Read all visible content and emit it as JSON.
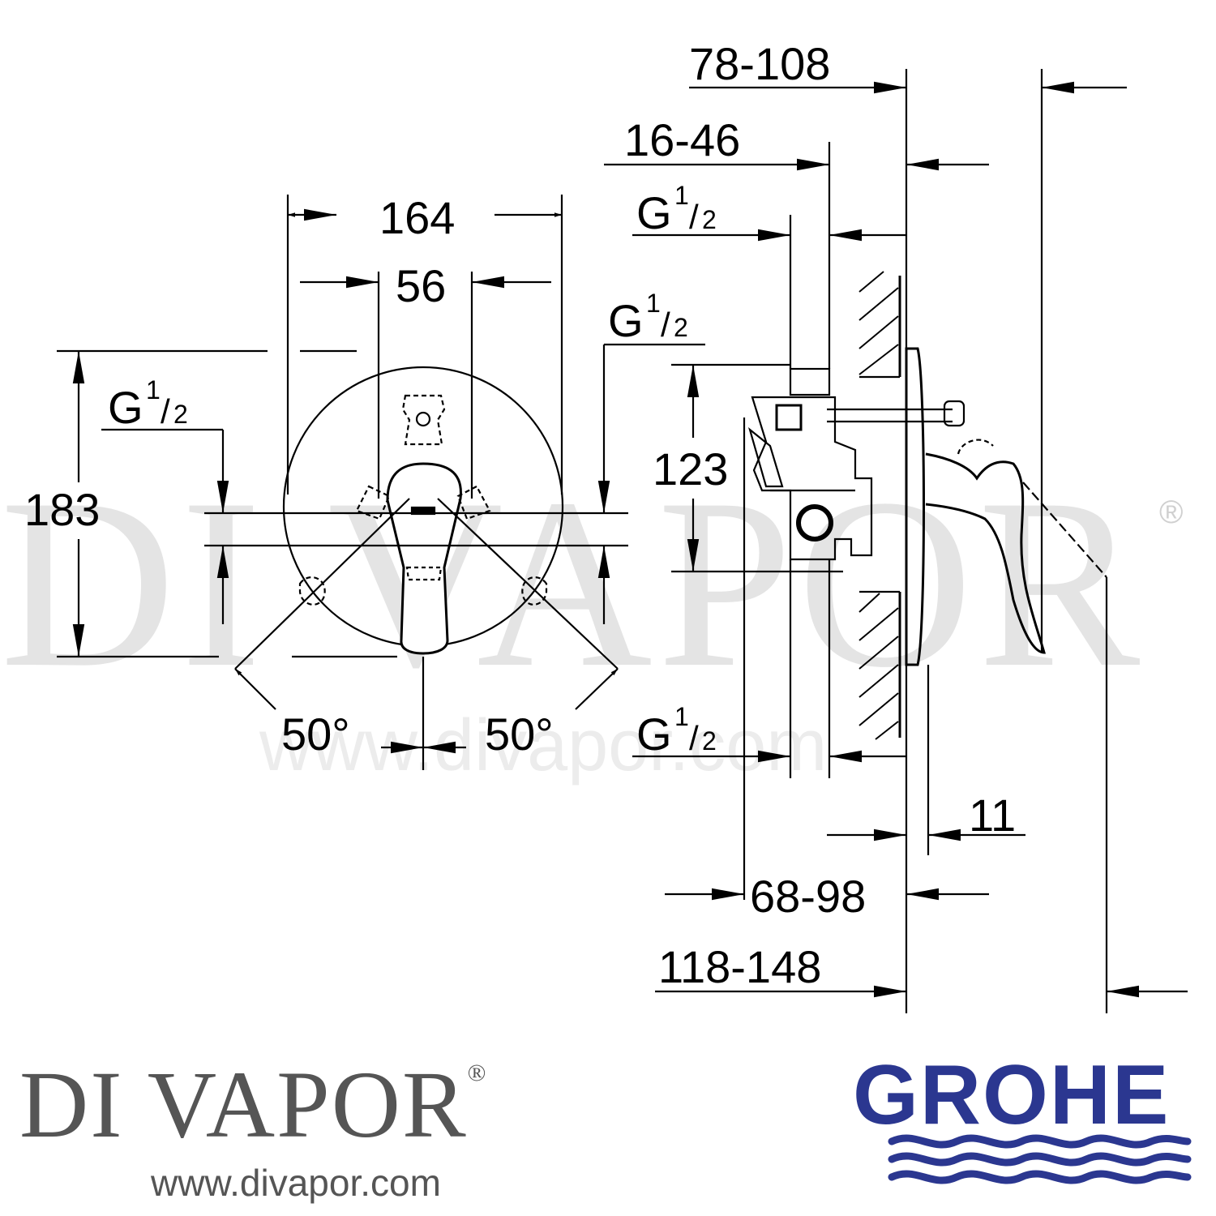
{
  "dimensions": {
    "width_total": "164",
    "width_handle": "56",
    "height_total": "183",
    "depth_total": "123",
    "range_78_108": "78-108",
    "range_16_46": "16-46",
    "range_68_98": "68-98",
    "range_118_148": "118-148",
    "rosette_thickness": "11",
    "angle_left": "50°",
    "angle_right": "50°"
  },
  "thread": {
    "letter": "G",
    "numerator": "1",
    "denominator": "2"
  },
  "watermark": {
    "text": "DI VAPOR",
    "registered": "®",
    "url": "www.divapor.com"
  },
  "brand": {
    "name": "DI VAPOR",
    "registered": "®",
    "url": "www.divapor.com",
    "manufacturer": "GROHE"
  },
  "colors": {
    "grohe_blue": "#2b3790",
    "brand_grey": "#555555",
    "line": "#000000"
  }
}
